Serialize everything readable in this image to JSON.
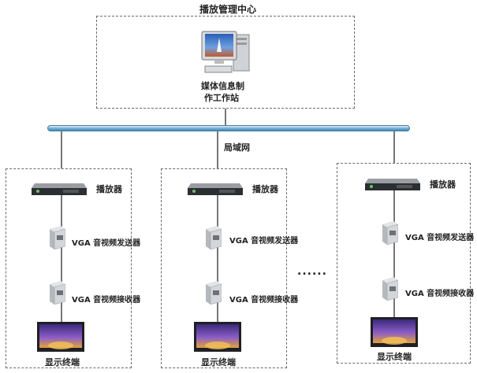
{
  "center": {
    "title": "播放管理中心",
    "workstation_line1": "媒体信息制",
    "workstation_line2": "作工作站"
  },
  "network": {
    "label": "局域网"
  },
  "ellipsis": "......",
  "branches": [
    {
      "player": "播放器",
      "sender": "VGA 音视频发送器",
      "receiver": "VGA 音视频接收器",
      "display": "显示终端"
    },
    {
      "player": "播放器",
      "sender": "VGA 音视频发送器",
      "receiver": "VGA 音视频接收器",
      "display": "显示终端"
    },
    {
      "player": "播放器",
      "sender": "VGA 音视频发送器",
      "receiver": "VGA 音视频接收器",
      "display": "显示终端"
    }
  ]
}
